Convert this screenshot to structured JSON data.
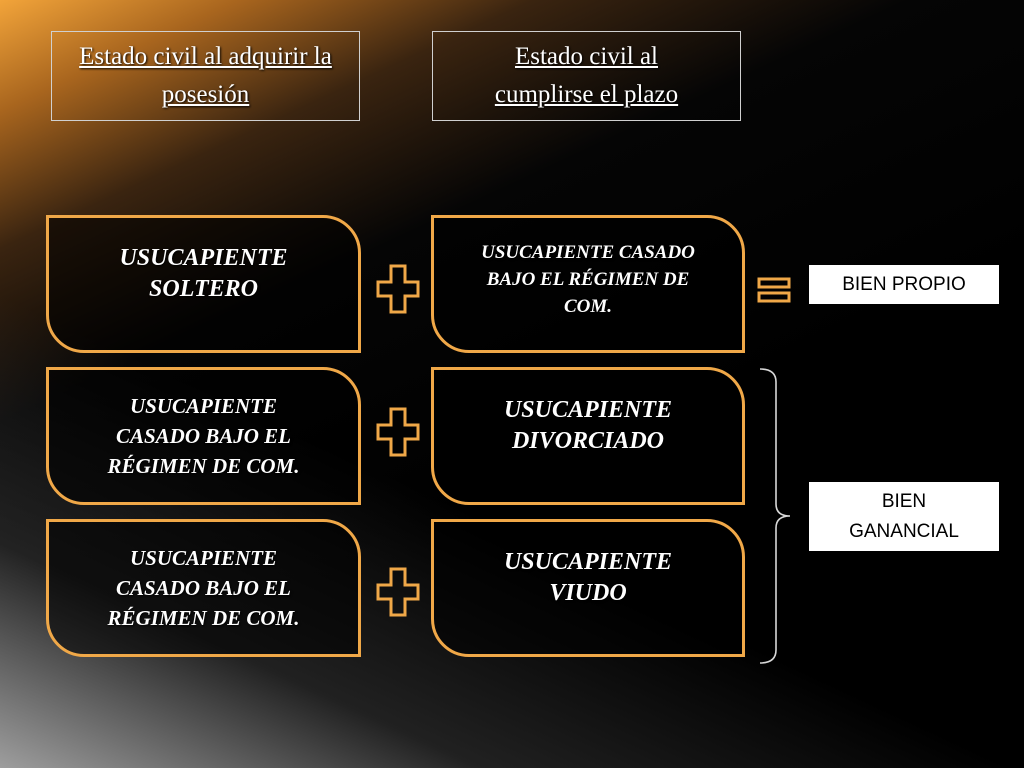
{
  "headers": {
    "left": "Estado civil al adquirir la posesión",
    "right": "Estado civil al cumplirse el plazo"
  },
  "rows": [
    {
      "left": "USUCAPIENTE SOLTERO",
      "right": "USUCAPIENTE CASADO BAJO EL RÉGIMEN DE COM."
    },
    {
      "left": "USUCAPIENTE CASADO BAJO EL RÉGIMEN DE COM.",
      "right": "USUCAPIENTE DIVORCIADO"
    },
    {
      "left": "USUCAPIENTE CASADO BAJO EL RÉGIMEN DE COM.",
      "right": "USUCAPIENTE VIUDO"
    }
  ],
  "results": {
    "first": "BIEN PROPIO",
    "grouped": "BIEN GANANCIAL"
  },
  "colors": {
    "accent": "#f0a848",
    "background": "#000000",
    "result_box": "#ffffff"
  },
  "icons": [
    "plus-icon",
    "equals-icon",
    "right-brace-icon"
  ]
}
